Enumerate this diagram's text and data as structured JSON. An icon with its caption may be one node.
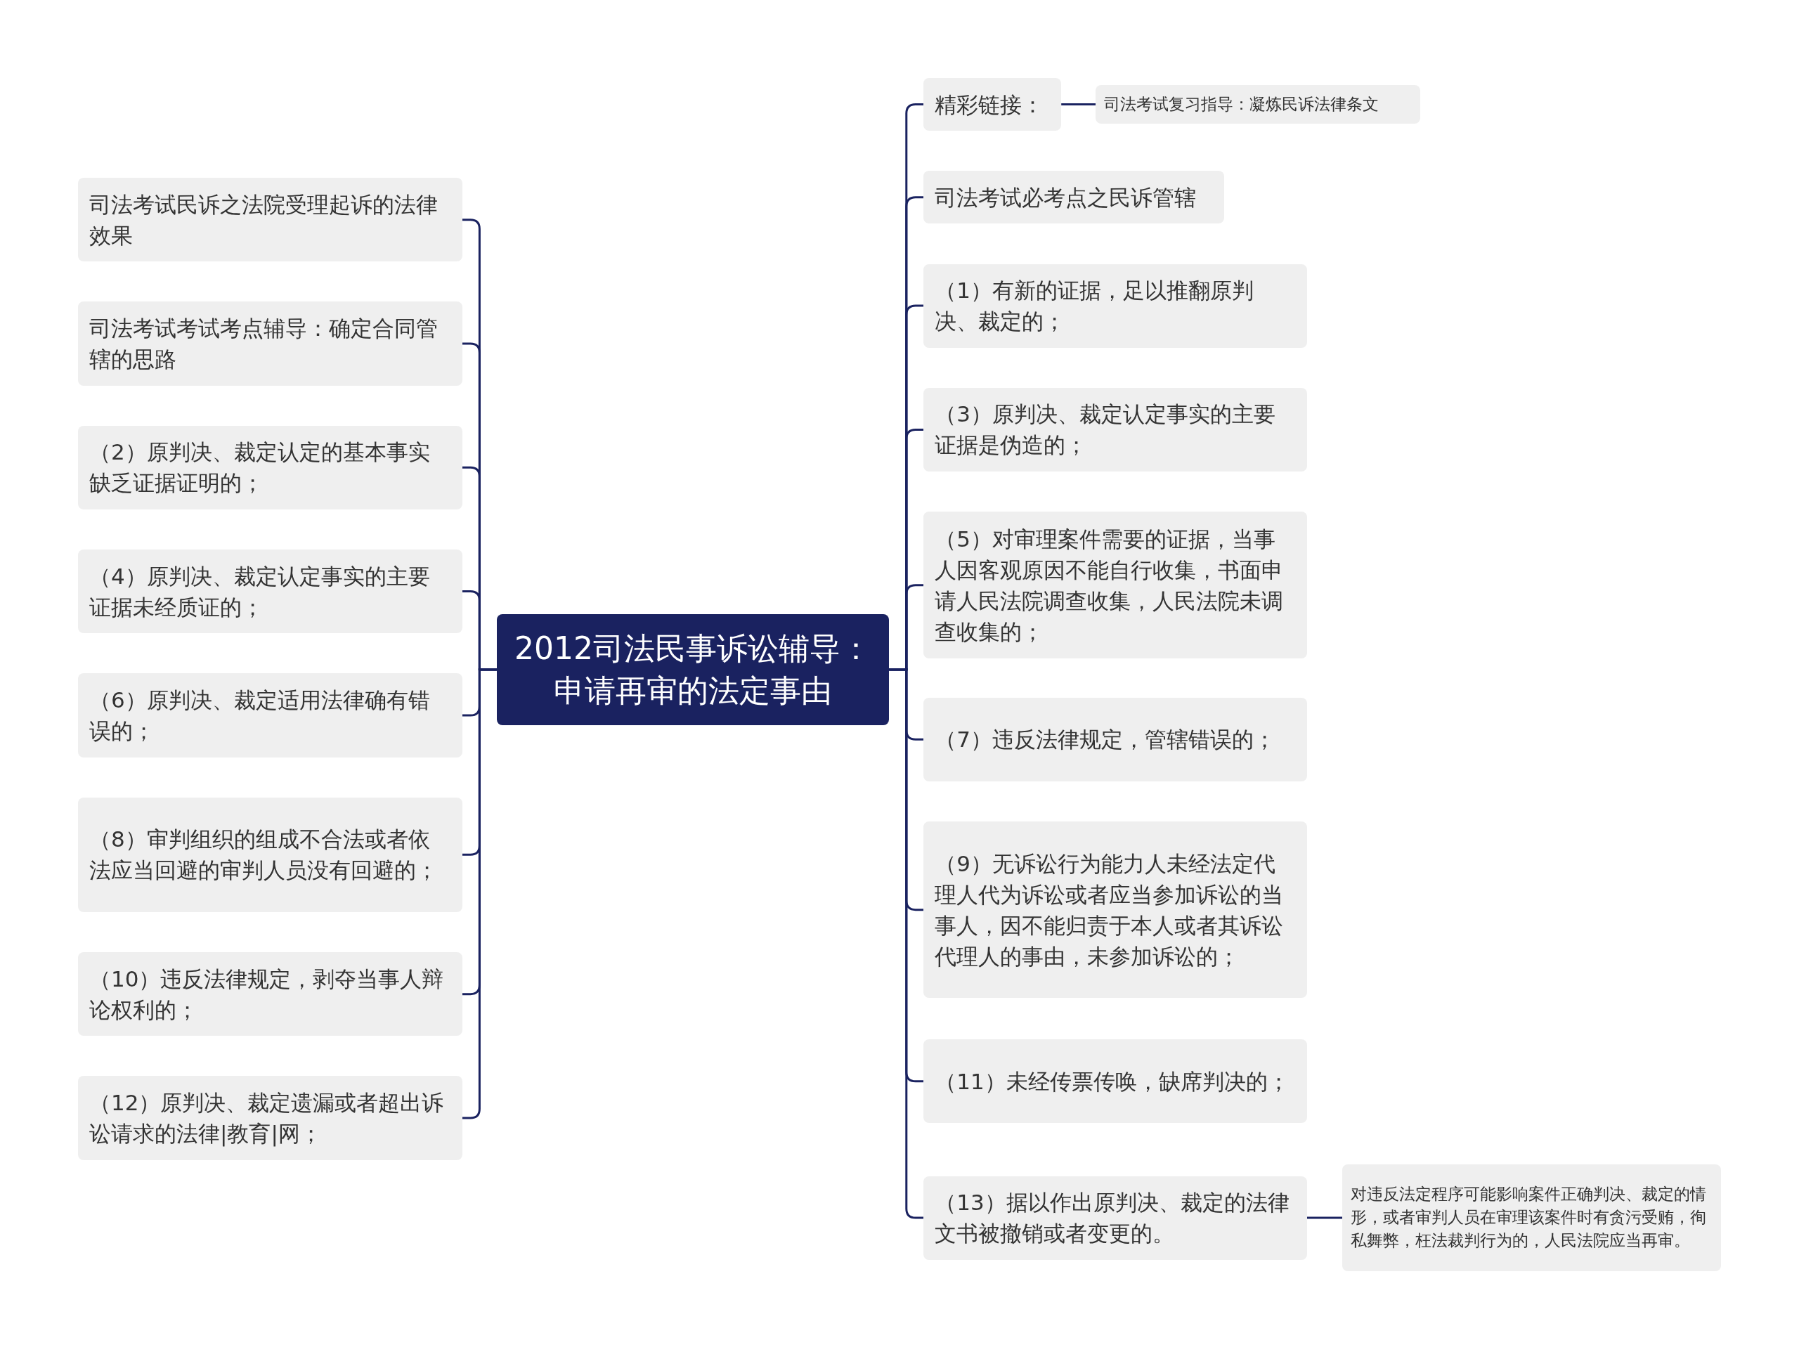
{
  "diagram": {
    "nodes": [
      {
        "text": [
          "2012司法民事诉讼辅导：申请再审的法定事由"
        ]
      },
      {
        "text": [
          "司法考试民诉之法院受理起诉的法律效果"
        ]
      },
      {
        "text": [
          "司法考试考试考点辅导：确定合同管辖的思路"
        ]
      },
      {
        "text": [
          "（2）原判决、裁定认定的基本事实缺乏证据证明的；"
        ]
      },
      {
        "text": [
          "（4）原判决、裁定认定事实的主要证据未经质证的；"
        ]
      },
      {
        "text": [
          "（6）原判决、裁定适用法律确有错误的；"
        ]
      },
      {
        "text": [
          "（8）审判组织的组成不合法或者依法应当回避的审判人员没有回避的；"
        ]
      },
      {
        "text": [
          "（10）违反法律规定，剥夺当事人辩论权利的；"
        ]
      },
      {
        "text": [
          "（12）原判决、裁定遗漏或者超出诉讼请求的法律|教育|网；"
        ]
      },
      {
        "text": [
          "精彩链接："
        ]
      },
      {
        "text": [
          "司法考试复习指导：凝炼民诉法律条文"
        ]
      },
      {
        "text": [
          "司法考试必考点之民诉管辖"
        ]
      },
      {
        "text": [
          "（1）有新的证据，足以推翻原判决、裁定的；"
        ]
      },
      {
        "text": [
          "（3）原判决、裁定认定事实的主要证据是伪造的；"
        ]
      },
      {
        "text": [
          "（5）对审理案件需要的证据，当事人因客观原因不能自行收集，书面申请人民法院调查收集，人民法院未调查收集的；"
        ]
      },
      {
        "text": [
          "（7）违反法律规定，管辖错误的；"
        ]
      },
      {
        "text": [
          "（9）无诉讼行为能力人未经法定代理人代为诉讼或者应当参加诉讼的当事人，因不能归责于本人或者其诉讼代理人的事由，未参加诉讼的；"
        ]
      },
      {
        "text": [
          "（11）未经传票传唤，缺席判决的；"
        ]
      },
      {
        "text": [
          "（13）据以作出原判决、裁定的法律文书被撤销或者变更的。"
        ]
      },
      {
        "text": [
          "对违反法定程序可能影响案件正确判决、裁定的情形，或者审判人员在审理该案件时有贪污受贿，徇私舞弊，枉法裁判行为的，人民法院应当再审。"
        ]
      }
    ],
    "edges": [
      {
        "from": 0,
        "to": 1,
        "arrow": "none"
      },
      {
        "from": 0,
        "to": 2,
        "arrow": "none"
      },
      {
        "from": 0,
        "to": 3,
        "arrow": "none"
      },
      {
        "from": 0,
        "to": 4,
        "arrow": "none"
      },
      {
        "from": 0,
        "to": 5,
        "arrow": "none"
      },
      {
        "from": 0,
        "to": 6,
        "arrow": "none"
      },
      {
        "from": 0,
        "to": 7,
        "arrow": "none"
      },
      {
        "from": 0,
        "to": 8,
        "arrow": "none"
      },
      {
        "from": 0,
        "to": 9,
        "arrow": "none"
      },
      {
        "from": 9,
        "to": 10,
        "arrow": "none"
      },
      {
        "from": 0,
        "to": 11,
        "arrow": "none"
      },
      {
        "from": 0,
        "to": 12,
        "arrow": "none"
      },
      {
        "from": 0,
        "to": 13,
        "arrow": "none"
      },
      {
        "from": 0,
        "to": 14,
        "arrow": "none"
      },
      {
        "from": 0,
        "to": 15,
        "arrow": "none"
      },
      {
        "from": 0,
        "to": 16,
        "arrow": "none"
      },
      {
        "from": 0,
        "to": 17,
        "arrow": "none"
      },
      {
        "from": 0,
        "to": 18,
        "arrow": "none"
      },
      {
        "from": 18,
        "to": 19,
        "arrow": "none"
      }
    ]
  }
}
